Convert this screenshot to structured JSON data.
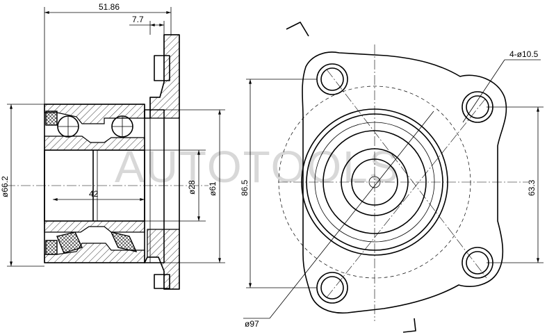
{
  "watermark": "AUTOTOOLS",
  "dimensions": {
    "overall_length": "51.86",
    "flange_thickness": "7.7",
    "outer_diameter": "ø66.2",
    "inner_length": "42",
    "bore_diameter": "ø28",
    "pilot_diameter": "ø61",
    "bolt_holes": "4-ø10.5",
    "flange_height": "86.5",
    "bolt_spacing": "63.3",
    "bolt_circle": "ø97"
  }
}
